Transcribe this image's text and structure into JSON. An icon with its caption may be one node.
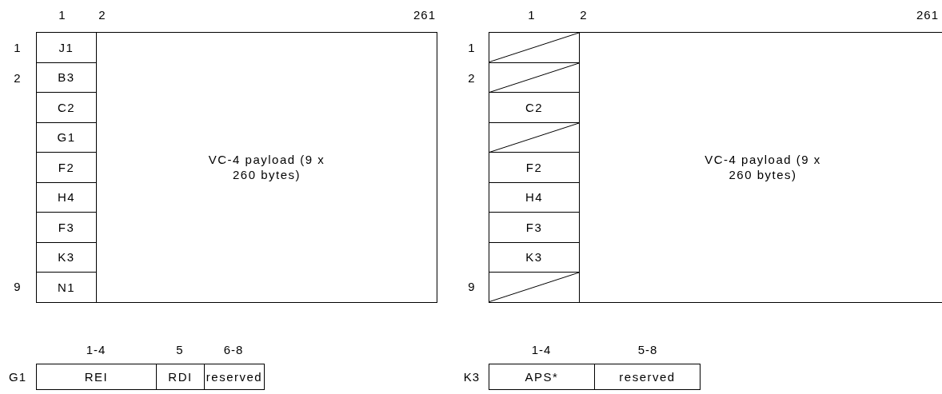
{
  "diagram": {
    "nodes": [
      {
        "text": [
          "J1"
        ]
      },
      {
        "text": [
          "B3"
        ]
      },
      {
        "text": [
          "C2"
        ]
      },
      {
        "text": [
          "G1"
        ]
      },
      {
        "text": [
          "F2"
        ]
      },
      {
        "text": [
          "H4"
        ]
      },
      {
        "text": [
          "F3"
        ]
      },
      {
        "text": [
          "K3"
        ]
      },
      {
        "text": [
          "N1"
        ]
      },
      {
        "text": [
          "VC-4 payload (9 x 260 bytes)"
        ]
      },
      {
        "text": [],
        "shape": "box"
      },
      {
        "text": [],
        "shape": "box"
      },
      {
        "text": [
          "C2"
        ]
      },
      {
        "text": [],
        "shape": "box"
      },
      {
        "text": [
          "F2"
        ]
      },
      {
        "text": [
          "H4"
        ]
      },
      {
        "text": [
          "F3"
        ]
      },
      {
        "text": [
          "K3"
        ]
      },
      {
        "text": [],
        "shape": "box"
      },
      {
        "text": [
          "VC-4 payload (9 x 260 bytes)"
        ]
      },
      {
        "text": [
          "REI"
        ]
      },
      {
        "text": [
          "RDI"
        ]
      },
      {
        "text": [
          "reserved"
        ]
      },
      {
        "text": [
          "APS*"
        ]
      },
      {
        "text": [
          "reserved"
        ]
      }
    ],
    "labels": [
      "1",
      "2",
      "261",
      "1",
      "2",
      "261",
      "1",
      "2",
      "9",
      "1",
      "2",
      "9",
      "1-4",
      "5",
      "6-8",
      "1-4",
      "5-8",
      "G1",
      "K3"
    ]
  }
}
